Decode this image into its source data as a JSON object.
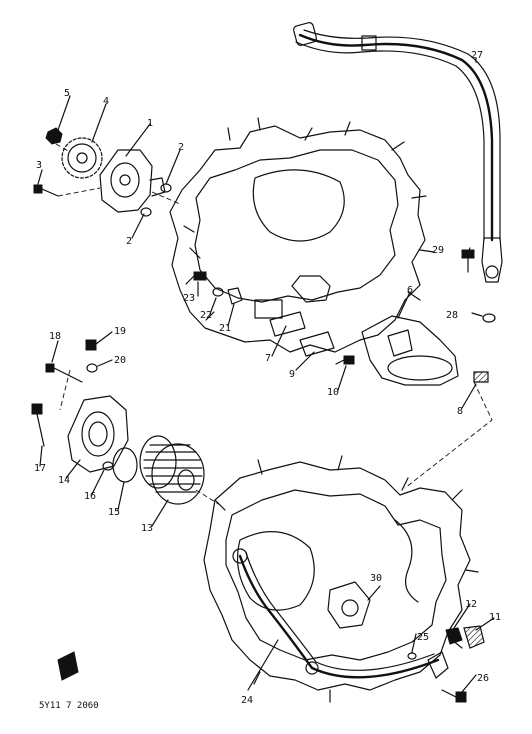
{
  "diagram": {
    "drawing_code": "5Y11 7 2060",
    "labels": [
      {
        "id": "l1",
        "text": "1"
      },
      {
        "id": "l2",
        "text": "2"
      },
      {
        "id": "l2b",
        "text": "2"
      },
      {
        "id": "l3",
        "text": "3"
      },
      {
        "id": "l4",
        "text": "4"
      },
      {
        "id": "l5",
        "text": "5"
      },
      {
        "id": "l6",
        "text": "6"
      },
      {
        "id": "l7",
        "text": "7"
      },
      {
        "id": "l8",
        "text": "8"
      },
      {
        "id": "l9",
        "text": "9"
      },
      {
        "id": "l10",
        "text": "10"
      },
      {
        "id": "l11",
        "text": "11"
      },
      {
        "id": "l12",
        "text": "12"
      },
      {
        "id": "l13",
        "text": "13"
      },
      {
        "id": "l14",
        "text": "14"
      },
      {
        "id": "l15",
        "text": "15"
      },
      {
        "id": "l16",
        "text": "16"
      },
      {
        "id": "l17",
        "text": "17"
      },
      {
        "id": "l18",
        "text": "18"
      },
      {
        "id": "l19",
        "text": "19"
      },
      {
        "id": "l20",
        "text": "20"
      },
      {
        "id": "l21",
        "text": "21"
      },
      {
        "id": "l22",
        "text": "22"
      },
      {
        "id": "l23",
        "text": "23"
      },
      {
        "id": "l24",
        "text": "24"
      },
      {
        "id": "l25",
        "text": "25"
      },
      {
        "id": "l26",
        "text": "26"
      },
      {
        "id": "l27",
        "text": "27"
      },
      {
        "id": "l28",
        "text": "28"
      },
      {
        "id": "l29",
        "text": "29"
      },
      {
        "id": "l30",
        "text": "30"
      }
    ]
  }
}
